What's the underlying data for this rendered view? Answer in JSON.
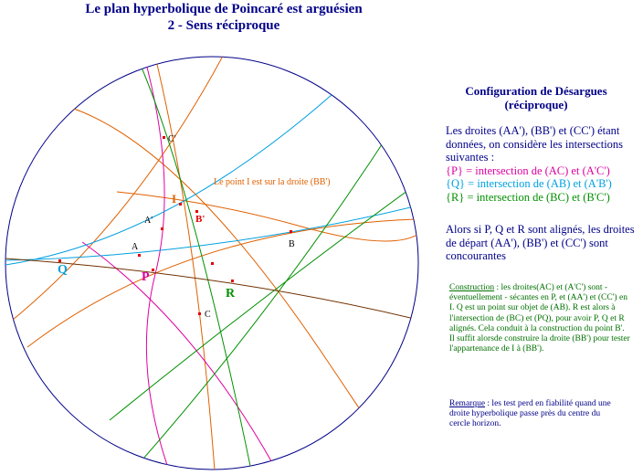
{
  "header": {
    "title_line1": "Le plan hyperbolique de Poincaré est arguésien",
    "title_line2": "2 - Sens réciproque"
  },
  "colors": {
    "navy": "#000088",
    "magenta": "#e000a0",
    "cyan": "#00a0e0",
    "green": "#009000",
    "orange": "#e06000",
    "brown": "#703000",
    "red": "#e00000"
  },
  "figure": {
    "note": "Le point I est sur la droite (BB')",
    "points": {
      "C_prime": "C'",
      "I": "I",
      "B_prime": "B'",
      "A_prime": "A'",
      "A": "A",
      "B": "B",
      "Q": "Q",
      "P": "P",
      "R": "R",
      "C": "C"
    }
  },
  "panel": {
    "title_line1": "Configuration de Désargues",
    "title_line2": "(réciproque)",
    "intro": "Les droites (AA'), (BB') et (CC') étant données, on considère les intersections suivantes :",
    "p_line": "{P} = intersection de (AC) et (A'C')",
    "q_line": "{Q} = intersection de (AB) et (A'B')",
    "r_line": "{R} = intersection de (BC) et (B'C')",
    "conclusion": "Alors si P, Q et R sont alignés, les droites de départ (AA'), (BB') et (CC') sont concourantes",
    "construction_label": "Construction",
    "construction_text": " : les droites(AC) et (A'C') sont - éventuellement - sécantes en P, et (AA') et (CC') en I. Q est un point sur objet de (AB). R est alors à l'intersection de (BC) et (PQ), pour avoir P, Q et R alignés. Cela conduit à la construction du point B'.",
    "construction_text2": "Il suffit alorsde construire la droite (BB') pour tester l'appartenance de I à (BB').",
    "remark_label": "Remarque",
    "remark_text": " : les test perd en fiabilité quand une droite hyperbolique passe près du centre du cercle horizon."
  }
}
